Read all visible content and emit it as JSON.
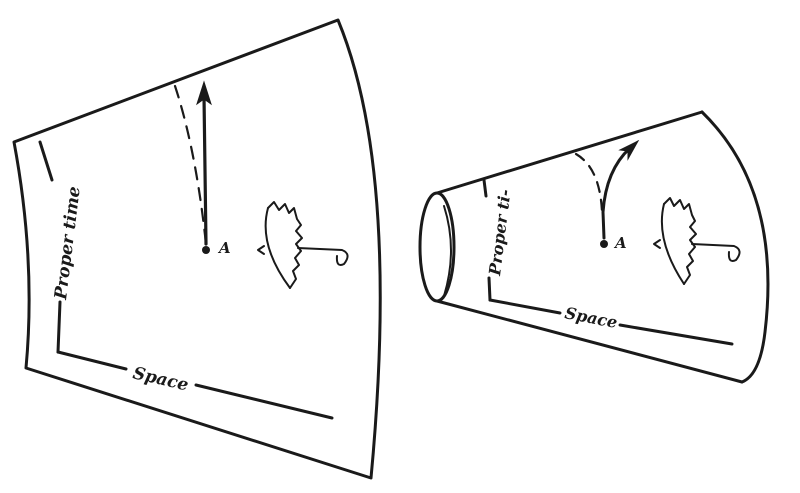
{
  "left_panel": {
    "axis_time_label": "Proper time",
    "axis_space_label": "Space",
    "event_label": "A"
  },
  "right_panel": {
    "axis_time_label": "Proper ti-",
    "axis_space_label": "Space",
    "event_label": "A"
  },
  "ink_color": "#1a1a1a",
  "icons": [
    "umbrella-icon",
    "umbrella-icon"
  ]
}
